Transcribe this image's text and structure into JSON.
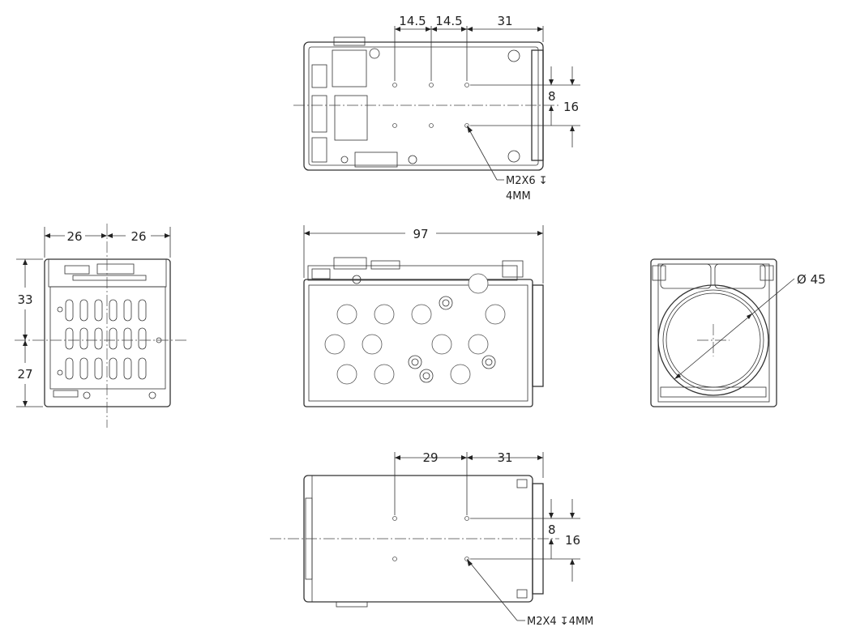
{
  "diagram": {
    "top_view": {
      "dims": {
        "pitch_a": "14.5",
        "pitch_b": "14.5",
        "to_edge": "31",
        "half_row": "8",
        "row_span": "16"
      },
      "callout_line1": "M2X6 ↧",
      "callout_line2": "4MM"
    },
    "front_view": {
      "dims": {
        "left_half": "26",
        "right_half": "26",
        "upper_height": "33",
        "lower_height": "27"
      }
    },
    "side_view": {
      "dims": {
        "length": "97"
      }
    },
    "lens_view": {
      "dims": {
        "diameter": "Ø 45"
      }
    },
    "bottom_view": {
      "dims": {
        "pitch": "29",
        "to_edge": "31",
        "half_row": "8",
        "row_span": "16"
      },
      "callout": "M2X4 ↧4MM"
    }
  }
}
